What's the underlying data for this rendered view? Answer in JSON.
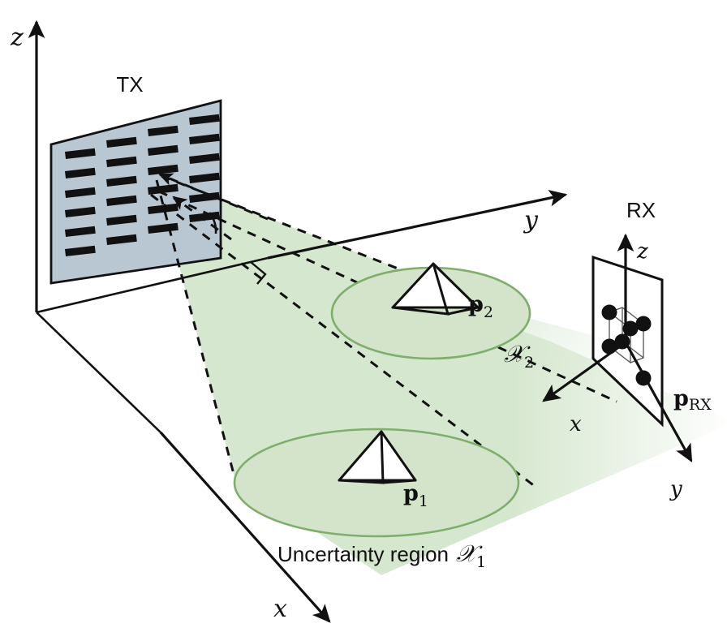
{
  "figure": {
    "type": "technical-diagram",
    "description": "Near-field localization geometry with a TX planar array, two uncertainty regions containing targets, and an RX planar array",
    "background_color": "#ffffff"
  },
  "colors": {
    "tx_panel_fill": "#b9c7d2",
    "tx_panel_stroke": "#111111",
    "tx_patch": "#111111",
    "beam_fill": "#d6e7cf",
    "region_fill": "#d3e4cb",
    "region_stroke": "#7fae6b",
    "line": "#111111",
    "rx_panel_fill": "#ffffff"
  },
  "global_axes": {
    "z_label": "z",
    "y_label": "y",
    "x_label": "x"
  },
  "tx": {
    "label": "TX",
    "array_rows": 6,
    "array_cols": 4
  },
  "rx": {
    "label": "RX",
    "position_label_main": "p",
    "position_label_sub": "RX",
    "element_count": 6,
    "axes": {
      "z_label": "z",
      "x_label": "x",
      "y_label": "y"
    }
  },
  "regions": [
    {
      "id": "region-1",
      "target_label_main": "p",
      "target_label_sub": "1",
      "caption": "Uncertainty region",
      "set_label_main": "𝒳",
      "set_label_sub": "1"
    },
    {
      "id": "region-2",
      "target_label_main": "p",
      "target_label_sub": "2",
      "caption": "",
      "set_label_main": "𝒳",
      "set_label_sub": "2"
    }
  ]
}
